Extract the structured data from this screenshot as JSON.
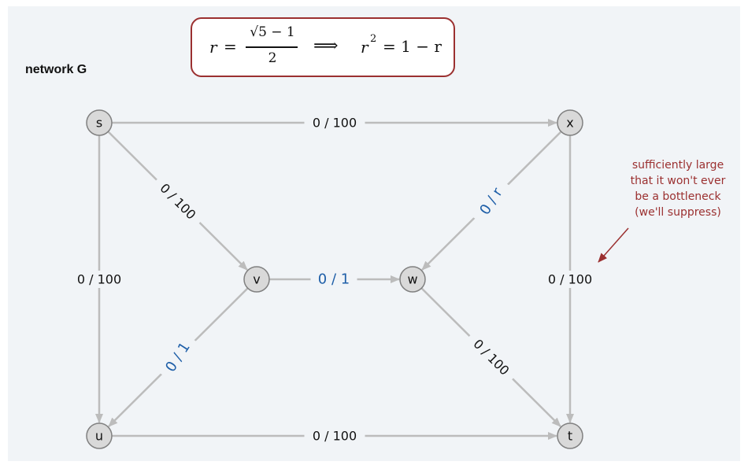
{
  "title": "network G",
  "formula": {
    "lhs_var": "r",
    "eq1": "=",
    "numerator": "√5 − 1",
    "denominator": "2",
    "implies": "⟹",
    "rhs_var": "r",
    "rhs_exp": "2",
    "rhs_rest": "= 1 − r"
  },
  "colors": {
    "node_fill": "#d9d9d9",
    "node_stroke": "#808080",
    "edge": "#bcbcbc",
    "label_black": "#111111",
    "label_blue": "#1f5fa8",
    "annotation": "#9b3030"
  },
  "nodes": [
    {
      "id": "s",
      "label": "s"
    },
    {
      "id": "x",
      "label": "x"
    },
    {
      "id": "v",
      "label": "v"
    },
    {
      "id": "w",
      "label": "w"
    },
    {
      "id": "u",
      "label": "u"
    },
    {
      "id": "t",
      "label": "t"
    }
  ],
  "edges": [
    {
      "id": "s-x",
      "from": "s",
      "to": "x",
      "label": "0 / 100",
      "highlight": false
    },
    {
      "id": "s-v",
      "from": "s",
      "to": "v",
      "label": "0 / 100",
      "highlight": false
    },
    {
      "id": "s-u",
      "from": "s",
      "to": "u",
      "label": "0 / 100",
      "highlight": false
    },
    {
      "id": "x-w",
      "from": "x",
      "to": "w",
      "label": "0 / r",
      "highlight": true
    },
    {
      "id": "x-t",
      "from": "x",
      "to": "t",
      "label": "0 / 100",
      "highlight": false
    },
    {
      "id": "v-w",
      "from": "v",
      "to": "w",
      "label": "0 / 1",
      "highlight": true
    },
    {
      "id": "v-u",
      "from": "v",
      "to": "u",
      "label": "0 / 1",
      "highlight": true
    },
    {
      "id": "w-t",
      "from": "w",
      "to": "t",
      "label": "0 / 100",
      "highlight": false
    },
    {
      "id": "u-t",
      "from": "u",
      "to": "t",
      "label": "0 / 100",
      "highlight": false
    }
  ],
  "annotation": {
    "lines": [
      "sufficiently large",
      "that it won't ever",
      "be a bottleneck",
      "(we'll suppress)"
    ]
  }
}
